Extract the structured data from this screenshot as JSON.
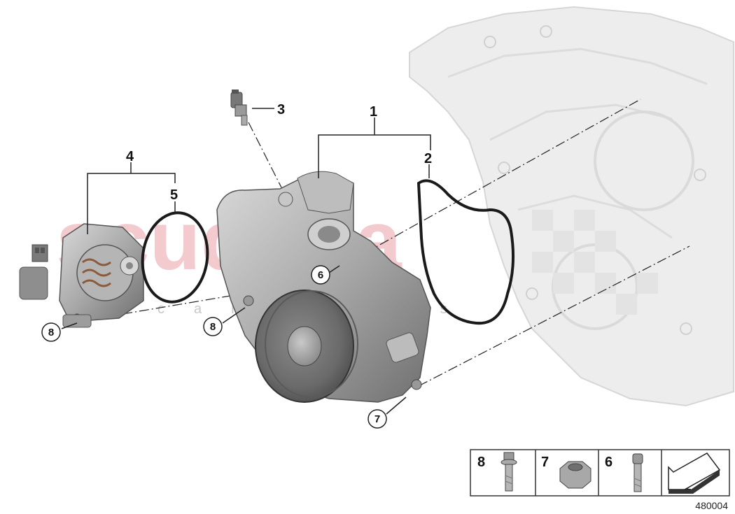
{
  "watermark": {
    "text": "scuderia",
    "subtext": "car parts",
    "color": "#e58a93"
  },
  "callouts": {
    "c1": "1",
    "c2": "2",
    "c3": "3",
    "c4": "4",
    "c5": "5",
    "c6": "6",
    "c7": "7",
    "c8a": "8",
    "c8b": "8"
  },
  "legend": {
    "items": [
      {
        "number": "8",
        "icon": "bolt-flange-icon"
      },
      {
        "number": "7",
        "icon": "hex-nut-icon"
      },
      {
        "number": "6",
        "icon": "bolt-icon"
      }
    ],
    "arrow_icon": "direction-arrow-icon"
  },
  "diagram_number": "480004"
}
